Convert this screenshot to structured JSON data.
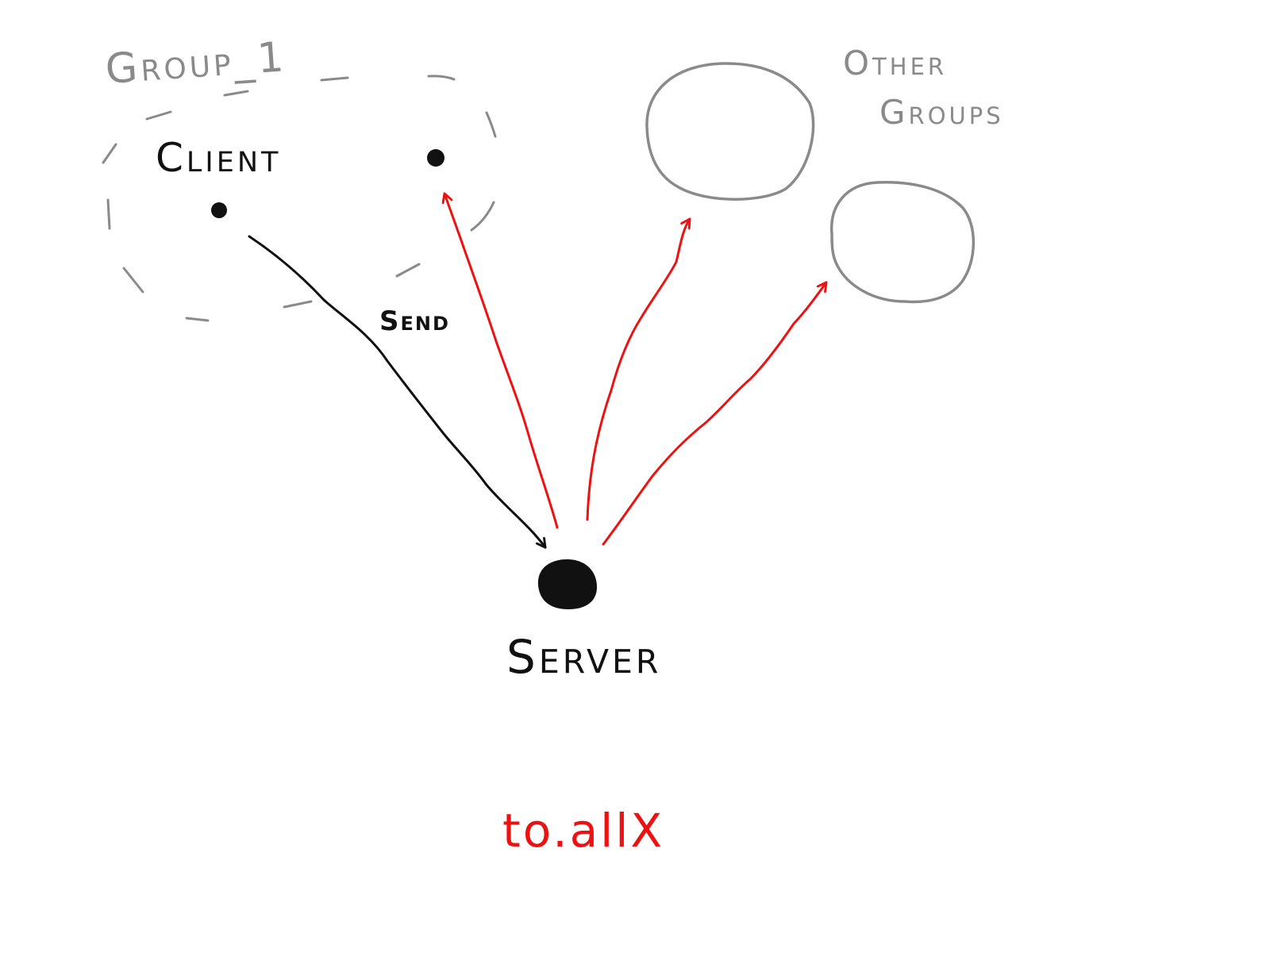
{
  "labels": {
    "group": "Group_1",
    "client": "Client",
    "other_groups_line1": "Other",
    "other_groups_line2": "Groups",
    "send": "Send",
    "server": "Server",
    "method": "to.allX"
  },
  "colors": {
    "group_outline": "#8a8a8a",
    "node": "#111111",
    "send_arrow": "#111111",
    "broadcast_arrow": "#ee1111"
  }
}
